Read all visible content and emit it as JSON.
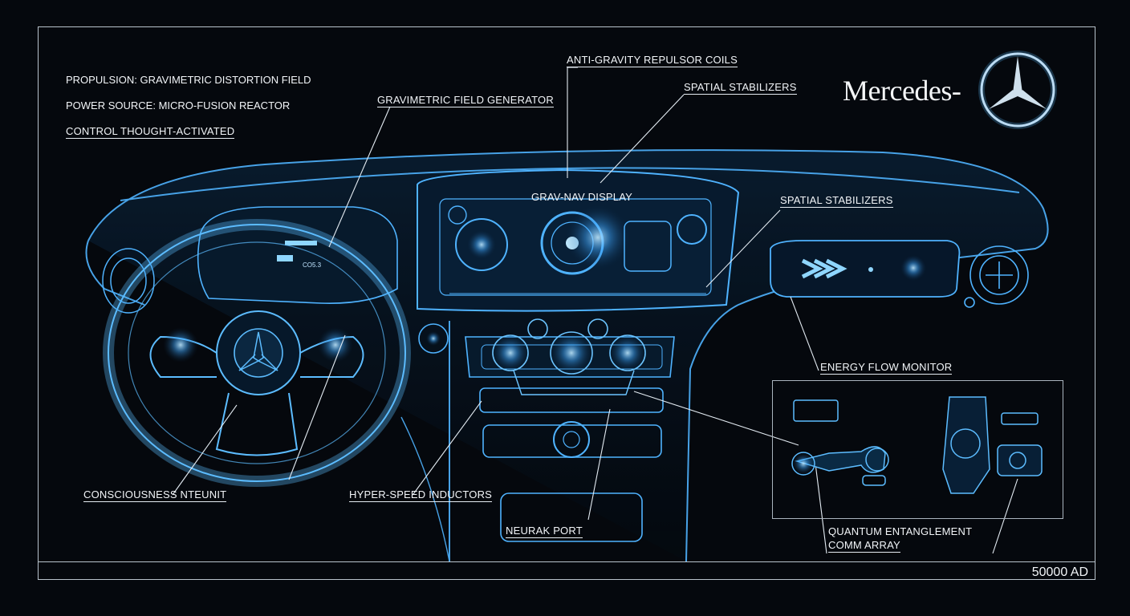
{
  "specs": {
    "propulsion": "PROPULSION: GRAVIMETRIC DISTORTION FIELD",
    "power": "POWER SOURCE: MICRO-FUSION REACTOR",
    "control": "CONTROL THOUGHT-ACTIVATED"
  },
  "brand": {
    "name": "Mercedes-",
    "logo_icon": "three-pointed-star-icon"
  },
  "callouts": {
    "gravimetric": "GRAVIMETRIC FIELD GENERATOR",
    "repulsor": "ANTI-GRAVITY REPULSOR COILS",
    "stabilizers_top": "SPATIAL STABILIZERS",
    "grav_nav": "GRAV-NAV DISPLAY",
    "stabilizers_right": "SPATIAL STABILIZERS",
    "energy": "ENERGY FLOW MONITOR",
    "consciousness": "CONSCIOUSNESS NTEUNIT",
    "hyper": "HYPER-SPEED INDUCTORS",
    "neural": "NEURAK PORT",
    "quantum_1": "QUANTUM ENTANGLEMENT",
    "quantum_2": "COMM ARRAY"
  },
  "cluster_readout": "CO5.3",
  "year": "50000 AD",
  "colors": {
    "background": "#05080d",
    "hologram": "#3fa8ff",
    "glow": "#8fd6ff",
    "text": "#f2f5f8"
  }
}
